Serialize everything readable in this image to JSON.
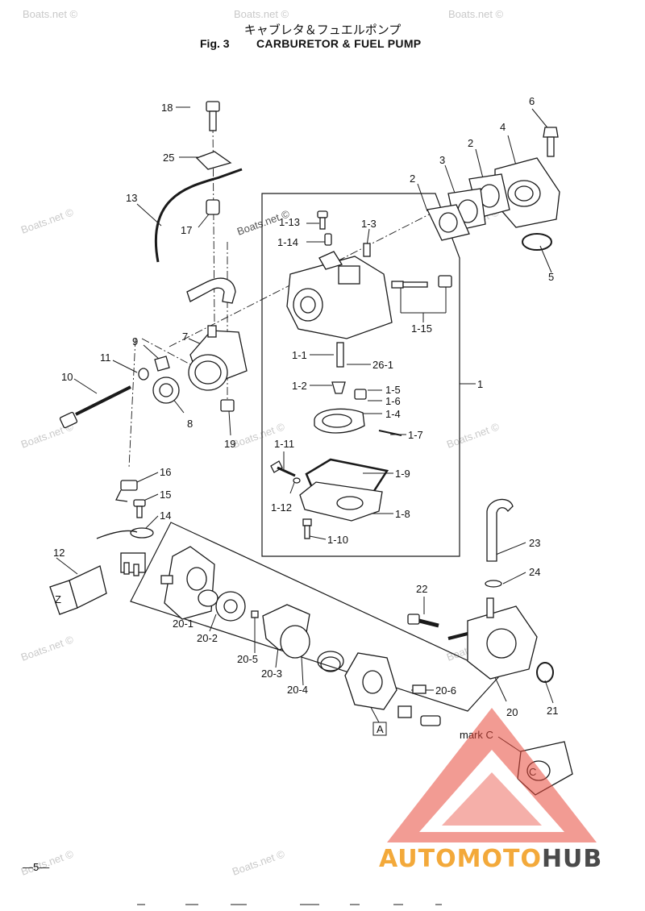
{
  "header": {
    "title_jp": "キャブレタ＆フュエルポンプ",
    "fig_no": "Fig. 3",
    "fig_title": "CARBURETOR & FUEL PUMP"
  },
  "labels": {
    "p18": "18",
    "p25": "25",
    "p13": "13",
    "p17": "17",
    "p6": "6",
    "p4": "4",
    "p3": "3",
    "p2a": "2",
    "p2b": "2",
    "p5": "5",
    "p1_13": "1-13",
    "p1_14": "1-14",
    "p1_3": "1-3",
    "p1_15": "1-15",
    "p1_1": "1-1",
    "p26_1": "26-1",
    "p1_2": "1-2",
    "p1_5": "1-5",
    "p1_6": "1-6",
    "p1_4": "1-4",
    "p1_7": "1-7",
    "p1": "1",
    "p7": "7",
    "p9": "9",
    "p11": "11",
    "p10": "10",
    "p8": "8",
    "p19": "19",
    "p1_11": "1-11",
    "p1_9": "1-9",
    "p1_12": "1-12",
    "p1_8": "1-8",
    "p1_10": "1-10",
    "p16": "16",
    "p15": "15",
    "p14": "14",
    "p12": "12",
    "p23": "23",
    "p24": "24",
    "p22": "22",
    "p20_1": "20-1",
    "p20_2": "20-2",
    "p20_5": "20-5",
    "p20_3": "20-3",
    "p20_4": "20-4",
    "p20_6": "20-6",
    "p20": "20",
    "p21": "21",
    "pA": "A",
    "mark_c": "mark C",
    "mark_c_glyph": "C"
  },
  "watermarks": {
    "text": "Boats.net ©",
    "carb_text": "Boats.net ©"
  },
  "footer": {
    "page": "—5—",
    "logo_part1": "AUTO",
    "logo_part2": "MOTO",
    "logo_part3": "HUB"
  },
  "colors": {
    "line": "#1a1a1a",
    "watermark": "#c9c9c9",
    "logo_orange": "#f3a93a",
    "logo_red": "#e84a3c",
    "logo_dark": "#4a4a4a"
  }
}
